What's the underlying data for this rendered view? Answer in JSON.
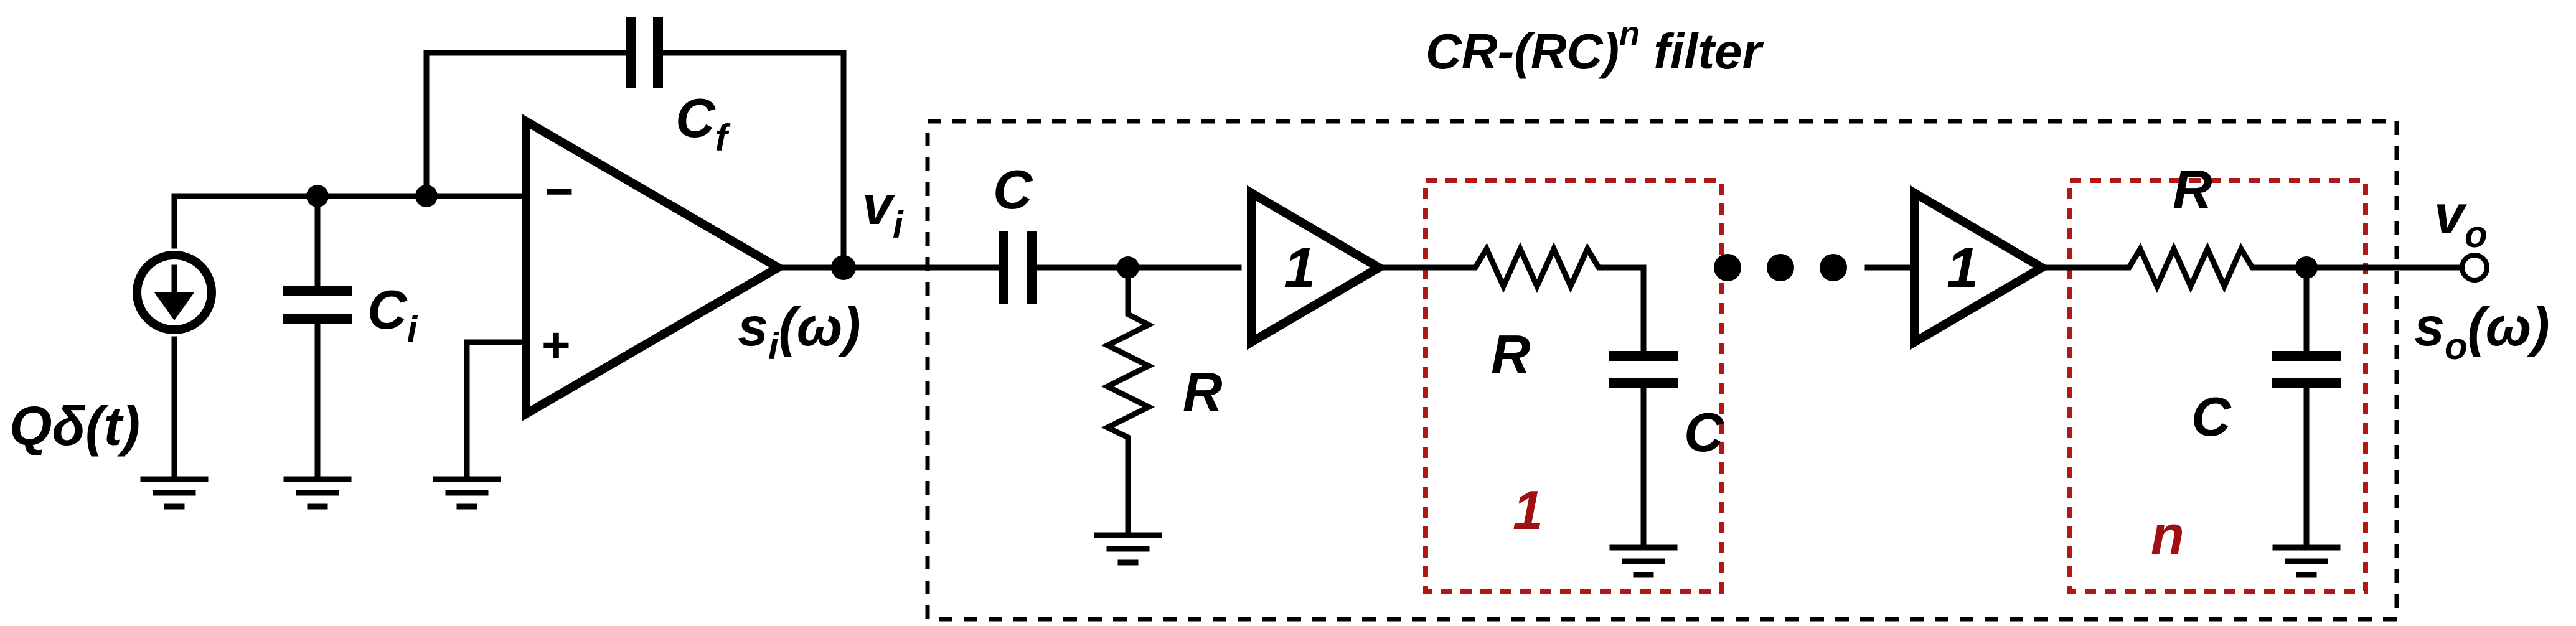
{
  "title": {
    "main": "CR-(RC)",
    "sup": "n",
    "tail": " filter"
  },
  "source": {
    "label": "Qδ(t)"
  },
  "input_cap": {
    "main": "C",
    "sub": "i"
  },
  "feedback_cap": {
    "main": "C",
    "sub": "f"
  },
  "opamp": {
    "minus": "−",
    "plus": "+"
  },
  "node_vi": {
    "main": "v",
    "sub": "i"
  },
  "node_si": {
    "main": "s",
    "sub": "i",
    "tail": "(ω)"
  },
  "cr_stage": {
    "cap": "C",
    "res": "R"
  },
  "buffer1": {
    "gain": "1"
  },
  "stage1": {
    "res": "R",
    "cap": "C",
    "index": "1"
  },
  "buffer2": {
    "gain": "1"
  },
  "stage_n": {
    "res": "R",
    "cap": "C",
    "index": "n"
  },
  "node_vo": {
    "main": "v",
    "sub": "o"
  },
  "node_so": {
    "main": "s",
    "sub": "o",
    "tail": "(ω)"
  },
  "colors": {
    "wire": "#000000",
    "stage_box": "#b01818",
    "stage_label": "#a01010",
    "filter_box": "#000000"
  }
}
